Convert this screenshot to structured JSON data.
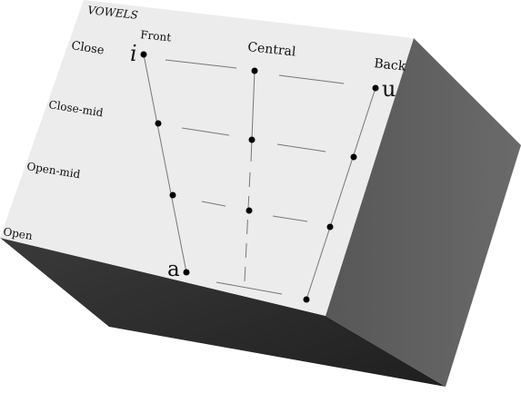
{
  "title": "VOWELS",
  "columns": {
    "front": "Front",
    "central": "Central",
    "back": "Back"
  },
  "rows": {
    "close": "Close",
    "close_mid": "Close-mid",
    "open_mid": "Open-mid",
    "open": "Open"
  },
  "symbols": {
    "i": "i",
    "u": "u",
    "a": "a"
  },
  "colors": {
    "front_face": "#ececec",
    "right_face": "#5f5f5f",
    "bottom_face": "#303030",
    "line": "#777777",
    "dot": "#000000"
  }
}
